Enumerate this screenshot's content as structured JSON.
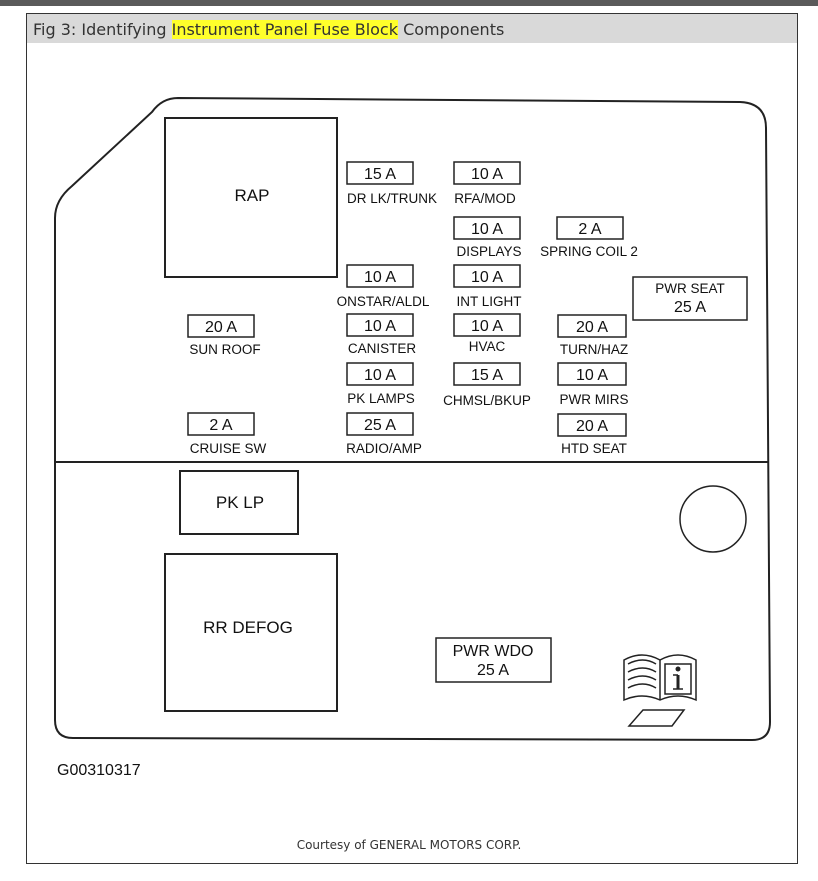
{
  "caption": {
    "prefix": "Fig 3: Identifying ",
    "highlight": "Instrument Panel Fuse Block",
    "suffix": " Components",
    "highlight_color": "#ffff2b"
  },
  "diagram_id": "G00310317",
  "credit": "Courtesy of GENERAL MOTORS CORP.",
  "relays": [
    {
      "id": "rap",
      "label": "RAP"
    },
    {
      "id": "pk-lp",
      "label": "PK LP"
    },
    {
      "id": "rr-defog",
      "label": "RR DEFOG"
    }
  ],
  "fuses": [
    {
      "id": "dr-lk-trunk",
      "amp": "15 A",
      "name": "DR LK/TRUNK"
    },
    {
      "id": "rfa-mod",
      "amp": "10 A",
      "name": "RFA/MOD"
    },
    {
      "id": "displays",
      "amp": "10 A",
      "name": "DISPLAYS"
    },
    {
      "id": "spring-coil-2",
      "amp": "2 A",
      "name": "SPRING COIL 2"
    },
    {
      "id": "onstar-aldl",
      "amp": "10 A",
      "name": "ONSTAR/ALDL"
    },
    {
      "id": "int-light",
      "amp": "10 A",
      "name": "INT LIGHT"
    },
    {
      "id": "sun-roof",
      "amp": "20 A",
      "name": "SUN ROOF"
    },
    {
      "id": "canister",
      "amp": "10 A",
      "name": "CANISTER"
    },
    {
      "id": "hvac",
      "amp": "10 A",
      "name": "HVAC"
    },
    {
      "id": "turn-haz",
      "amp": "20 A",
      "name": "TURN/HAZ"
    },
    {
      "id": "pk-lamps",
      "amp": "10 A",
      "name": "PK LAMPS"
    },
    {
      "id": "chmsl-bkup",
      "amp": "15 A",
      "name": "CHMSL/BKUP"
    },
    {
      "id": "pwr-mirs",
      "amp": "10 A",
      "name": "PWR MIRS"
    },
    {
      "id": "cruise-sw",
      "amp": "2 A",
      "name": "CRUISE SW"
    },
    {
      "id": "radio-amp",
      "amp": "25 A",
      "name": "RADIO/AMP"
    },
    {
      "id": "htd-seat",
      "amp": "20 A",
      "name": "HTD SEAT"
    }
  ],
  "breakers": [
    {
      "id": "pwr-seat",
      "name": "PWR SEAT",
      "amp": "25 A"
    },
    {
      "id": "pwr-wdo",
      "name": "PWR WDO",
      "amp": "25 A"
    }
  ],
  "icons": [
    "info-manual-icon",
    "round-connector-icon"
  ]
}
